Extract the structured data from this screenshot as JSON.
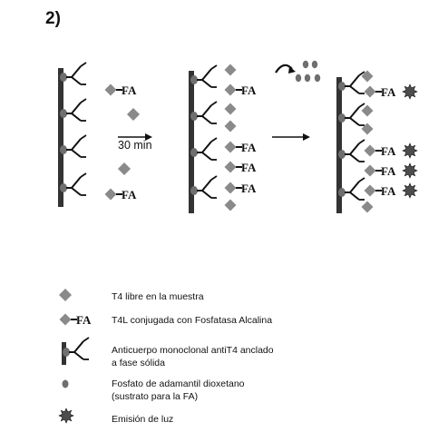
{
  "figure": {
    "number": "2)",
    "time_label": "30 min",
    "conjugate_label": "FA"
  },
  "legend": {
    "free_t4": "T4 libre en la muestra",
    "conjugated": "T4L conjugada con Fosfatasa Alcalina",
    "antibody_line1": "Anticuerpo monoclonal antiT4 anclado",
    "antibody_line2": "a fase sólida",
    "substrate_line1": "Fosfato de adamantil dioxetano",
    "substrate_line2": "(sustrato para la FA)",
    "emission": "Emisión de luz",
    "fa_label": "FA"
  },
  "colors": {
    "diamond": "#8a8a8a",
    "solid_phase": "#333333",
    "antibody_tip": "#6f6f6f",
    "ink": "#111111",
    "star": "#4d4d4d"
  }
}
